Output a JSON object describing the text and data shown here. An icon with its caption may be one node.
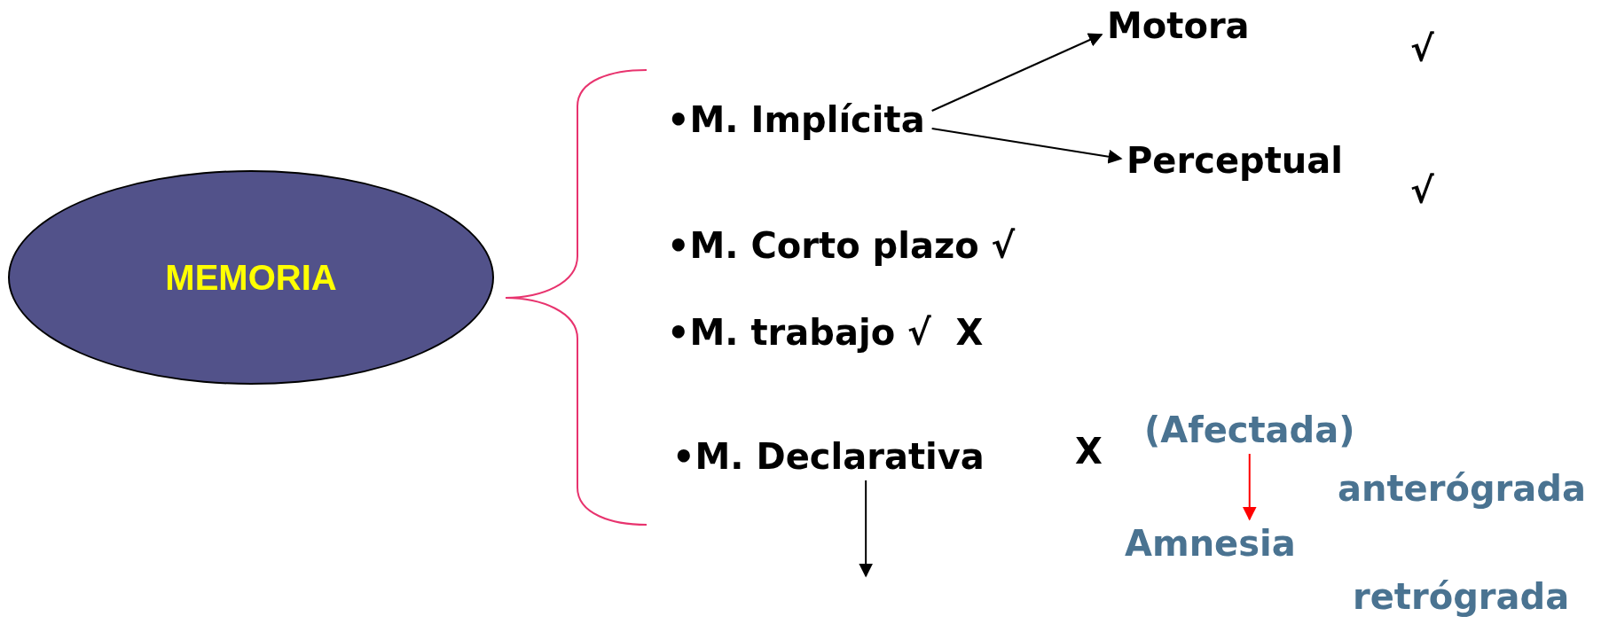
{
  "diagram": {
    "nodes": [
      {
        "text": [
          "MEMORIA"
        ]
      },
      {
        "text": [
          "•M. Implícita"
        ]
      },
      {
        "text": [
          "Motora"
        ]
      },
      {
        "text": [
          "Perceptual"
        ]
      },
      {
        "text": [
          "•M. Corto plazo √"
        ]
      },
      {
        "text": [
          "•M. trabajo √  X"
        ]
      },
      {
        "text": [
          "•M. Declarativa"
        ]
      },
      {
        "text": [
          "(Afectada)"
        ]
      },
      {
        "text": [
          "Amnesia"
        ]
      }
    ],
    "edges": [
      {
        "from": 1,
        "to": 2,
        "arrow": "to"
      },
      {
        "from": 1,
        "to": 3,
        "arrow": "to"
      },
      {
        "from": 7,
        "to": 8,
        "arrow": "to",
        "color": "#ff0000"
      },
      {
        "from": 6,
        "to": null,
        "arrow": "to"
      }
    ],
    "labels": [
      "√",
      "√",
      "X",
      "anterógrada",
      "retrógrada"
    ]
  }
}
